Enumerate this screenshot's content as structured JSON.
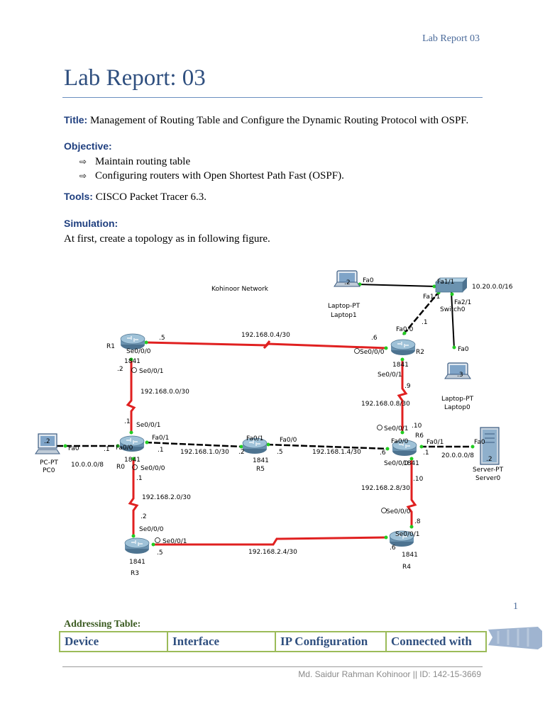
{
  "header": {
    "running_title": "Lab Report 03"
  },
  "document": {
    "heading": "Lab Report: 03",
    "title_label": "Title:",
    "title_text": "Management of Routing Table and Configure the Dynamic Routing Protocol with OSPF.",
    "objective_label": "Objective:",
    "objectives": [
      "Maintain routing table",
      "Configuring routers with Open Shortest Path Fast (OSPF)."
    ],
    "tools_label": "Tools:",
    "tools_text": "CISCO Packet Tracer 6.3.",
    "simulation_label": "Simulation:",
    "simulation_text": "At first, create a topology as in following figure."
  },
  "diagram": {
    "network_name": "Kohinoor Network",
    "devices": {
      "r1": {
        "name": "R1",
        "model": "1841"
      },
      "r0": {
        "name": "R0",
        "model": "1841"
      },
      "r2": {
        "name": "R2",
        "model": "1841"
      },
      "r3": {
        "name": "R3",
        "model": "1841"
      },
      "r4": {
        "name": "R4",
        "model": "1841"
      },
      "r5": {
        "name": "R5",
        "model": "1841"
      },
      "r6": {
        "name": "R6",
        "model": "1841"
      },
      "pc0": {
        "type": "PC-PT",
        "name": "PC0",
        "host": ".2"
      },
      "laptop1": {
        "type": "Laptop-PT",
        "name": "Laptop1",
        "host": ".2"
      },
      "laptop0": {
        "type": "Laptop-PT",
        "name": "Laptop0",
        "host": ".3"
      },
      "server0": {
        "type": "Server-PT",
        "name": "Server0",
        "host": ".2"
      },
      "switch0": {
        "type": "Switch-PT",
        "name": "Switch0"
      }
    },
    "networks": {
      "r1_r2": "192.168.0.4/30",
      "r1_r0": "192.168.0.0/30",
      "r0_r5": "192.168.1.0/30",
      "r5_r6": "192.168.1.4/30",
      "r0_r3": "192.168.2.0/30",
      "r3_r4": "192.168.2.4/30",
      "r2_r6": "192.168.0.8/30",
      "r6_r4": "192.168.2.8/30",
      "pc_lan": "10.0.0.0/8",
      "switch_lan": "10.20.0.0/16",
      "server_lan": "20.0.0.0/8"
    },
    "interfaces": {
      "se000": "Se0/0/0",
      "se001": "Se0/0/1",
      "fa00": "Fa0/0",
      "fa01": "Fa0/1",
      "fa0": "Fa0",
      "fa11": "Fa1/1",
      "fa21": "Fa2/1"
    },
    "hosts": {
      "h1": ".1",
      "h2": ".2",
      "h5": ".5",
      "h6": ".6",
      "h9": ".9",
      "h10": ".10",
      "h8": ".8"
    }
  },
  "page_number": "1",
  "addressing_table": {
    "label": "Addressing Table:",
    "headers": [
      "Device",
      "Interface",
      "IP Configuration",
      "Connected with"
    ]
  },
  "footer": {
    "text": "Md. Saidur Rahman Kohinoor || ID: 142-15-3669"
  },
  "colors": {
    "heading": "#2f4f7f",
    "serial_link": "#e02020",
    "table_border": "#9bbb59",
    "label_blue": "#1f3f7f"
  }
}
